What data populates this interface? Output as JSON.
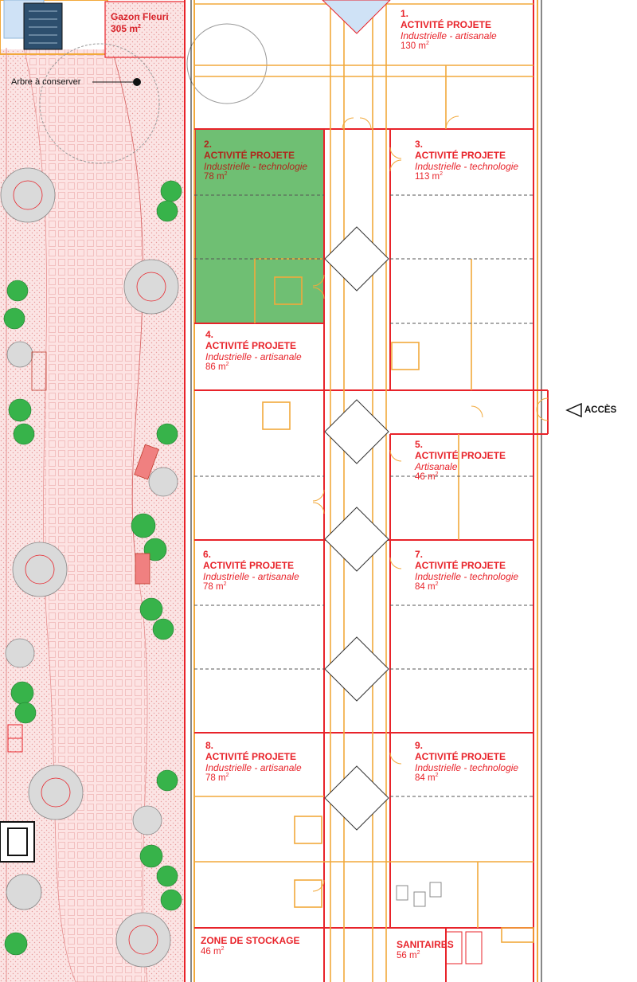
{
  "garden": {
    "name": "Gazon Fleuri",
    "area": "305 m",
    "unit_exp": "2"
  },
  "tree_note": "Arbre à conserver",
  "access": {
    "label": "ACCÈS"
  },
  "units": [
    {
      "number": "1.",
      "title": "ACTIVITÉ PROJETE",
      "category": "Industrielle - artisanale",
      "area": "130 m",
      "exp": "2"
    },
    {
      "number": "2.",
      "title": "ACTIVITÉ PROJETE",
      "category": "Industrielle - technologie",
      "area": "78 m",
      "exp": "2"
    },
    {
      "number": "3.",
      "title": "ACTIVITÉ PROJETE",
      "category": "Industrielle - technologie",
      "area": "113 m",
      "exp": "2"
    },
    {
      "number": "4.",
      "title": "ACTIVITÉ PROJETE",
      "category": "Industrielle - artisanale",
      "area": "86 m",
      "exp": "2"
    },
    {
      "number": "5.",
      "title": "ACTIVITÉ PROJETE",
      "category": "Artisanale",
      "area": "46 m",
      "exp": "2"
    },
    {
      "number": "6.",
      "title": "ACTIVITÉ PROJETE",
      "category": "Industrielle - artisanale",
      "area": "78 m",
      "exp": "2"
    },
    {
      "number": "7.",
      "title": "ACTIVITÉ PROJETE",
      "category": "Industrielle - technologie",
      "area": "84 m",
      "exp": "2"
    },
    {
      "number": "8.",
      "title": "ACTIVITÉ PROJETE",
      "category": "Industrielle - artisanale",
      "area": "78 m",
      "exp": "2"
    },
    {
      "number": "9.",
      "title": "ACTIVITÉ PROJETE",
      "category": "Industrielle - technologie",
      "area": "84 m",
      "exp": "2"
    }
  ],
  "storage": {
    "title": "ZONE DE STOCKAGE",
    "area": "46 m",
    "exp": "2"
  },
  "sanitary": {
    "title": "SANITAIRES",
    "area": "56 m",
    "exp": "2"
  },
  "colors": {
    "red": "#e8232a",
    "orange": "#f2a93b",
    "green": "#6fbf73",
    "pink": "#f9d6d6"
  }
}
